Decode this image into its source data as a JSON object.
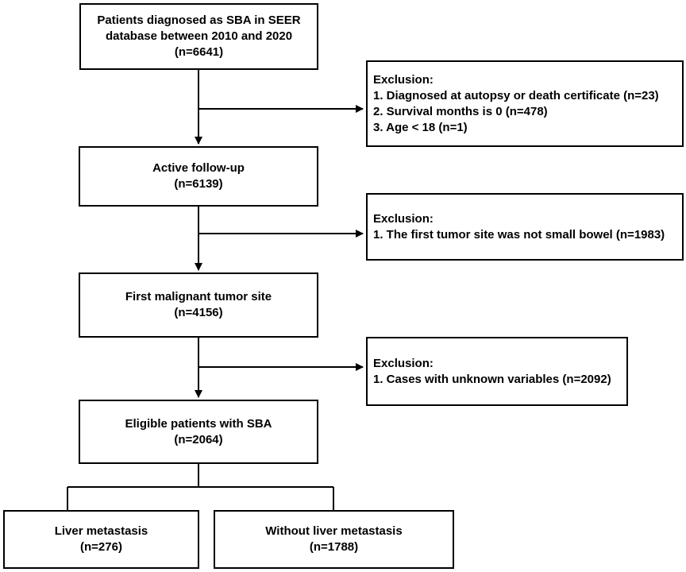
{
  "boxes": {
    "start": {
      "lines": [
        "Patients diagnosed as SBA in SEER",
        "database between 2010 and 2020",
        "(n=6641)"
      ]
    },
    "followup": {
      "lines": [
        "Active follow-up",
        "(n=6139)"
      ]
    },
    "first_site": {
      "lines": [
        "First malignant tumor site",
        "(n=4156)"
      ]
    },
    "eligible": {
      "lines": [
        "Eligible patients with SBA",
        "(n=2064)"
      ]
    },
    "liver": {
      "lines": [
        "Liver metastasis",
        "(n=276)"
      ]
    },
    "no_liver": {
      "lines": [
        "Without liver metastasis",
        "(n=1788)"
      ]
    }
  },
  "exclusions": {
    "ex1": {
      "lines": [
        "Exclusion:",
        "1. Diagnosed at autopsy or death certificate (n=23)",
        "2. Survival months is 0 (n=478)",
        "3. Age < 18 (n=1)"
      ]
    },
    "ex2": {
      "lines": [
        "Exclusion:",
        "1. The first tumor site was not small bowel (n=1983)"
      ]
    },
    "ex3": {
      "lines": [
        "Exclusion:",
        "1. Cases with unknown variables (n=2092)"
      ]
    }
  }
}
